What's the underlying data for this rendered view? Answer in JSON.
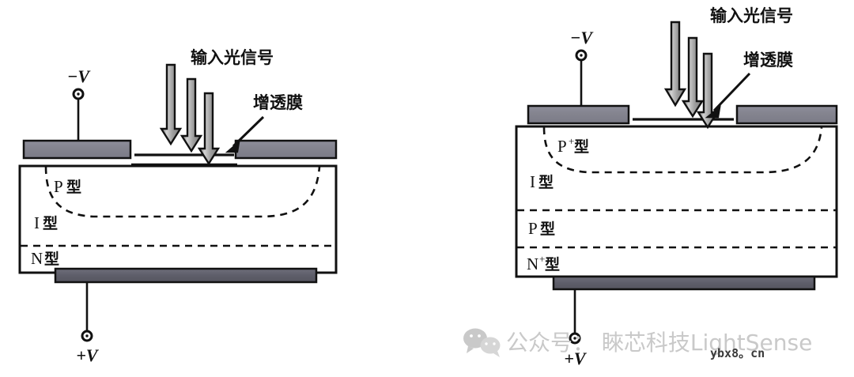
{
  "figure": {
    "title": "",
    "background": "#ffffff",
    "ink": "#111111",
    "electrode_fill": "#8a8a96",
    "arrow_fill": "#9a9a9a"
  },
  "left_diagram": {
    "name": "PIN photodiode cross-section",
    "top_terminal_label": "−V",
    "bottom_terminal_label": "+V",
    "light_label": "输入光信号",
    "film_label": "增透膜",
    "layers": [
      {
        "symbol": "P",
        "sup": "",
        "suffix": "型"
      },
      {
        "symbol": "I",
        "sup": "",
        "suffix": "型"
      },
      {
        "symbol": "N",
        "sup": "",
        "suffix": "型"
      }
    ]
  },
  "right_diagram": {
    "name": "APD avalanche photodiode cross-section",
    "top_terminal_label": "−V",
    "bottom_terminal_label": "+V",
    "light_label": "输入光信号",
    "film_label": "增透膜",
    "layers": [
      {
        "symbol": "P",
        "sup": "+",
        "suffix": "型"
      },
      {
        "symbol": "I",
        "sup": "",
        "suffix": "型"
      },
      {
        "symbol": "P",
        "sup": "",
        "suffix": "型"
      },
      {
        "symbol": "N",
        "sup": "+",
        "suffix": "型"
      }
    ]
  },
  "watermark": {
    "account_text": "公众号： 睞芯科技LightSense",
    "site_text": "ybx8。cn",
    "icon": "wechat-icon"
  }
}
